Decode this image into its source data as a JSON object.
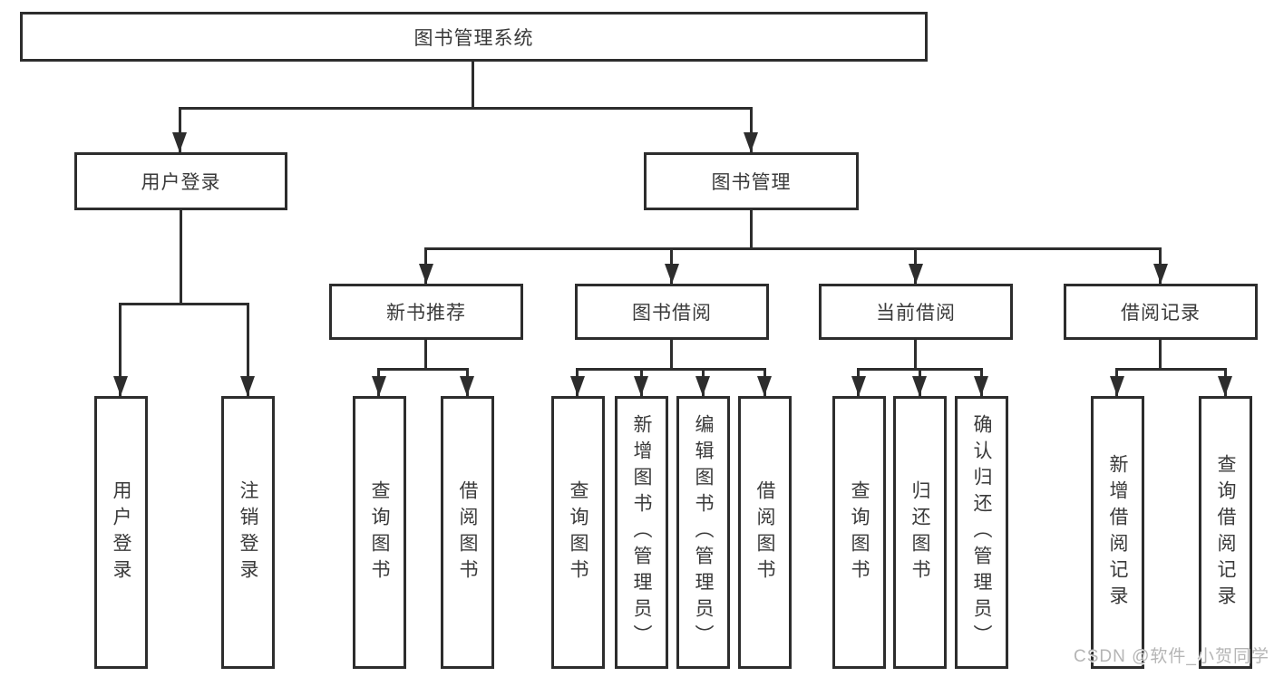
{
  "diagram": {
    "root": {
      "label": "图书管理系统"
    },
    "level2": {
      "user_login": "用户登录",
      "book_mgmt": "图书管理"
    },
    "level3": {
      "new_book": "新书推荐",
      "book_borrow": "图书借阅",
      "current_borrow": "当前借阅",
      "borrow_record": "借阅记录"
    },
    "leaves": {
      "user_login": [
        "用户登录",
        "注销登录"
      ],
      "new_book": [
        "查询图书",
        "借阅图书"
      ],
      "book_borrow": [
        "查询图书",
        "新增图书（管理员）",
        "编辑图书（管理员）",
        "借阅图书"
      ],
      "current_borrow": [
        "查询图书",
        "归还图书",
        "确认归还（管理员）"
      ],
      "borrow_record": [
        "新增借阅记录",
        "查询借阅记录"
      ]
    },
    "watermark": "CSDN @软件_小贺同学",
    "colors": {
      "line": "#2d2d2d",
      "text": "#3a3a3a",
      "watermark": "#b5b5b5",
      "background": "#ffffff"
    }
  }
}
